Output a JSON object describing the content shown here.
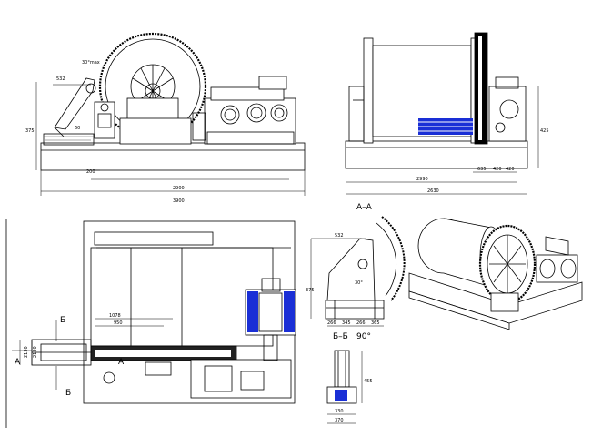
{
  "colors": {
    "line": "#000000",
    "accent": "#1a2fd6",
    "paper": "#ffffff",
    "hatch": "#555555"
  },
  "front_view": {
    "dims": {
      "total_width": "3900",
      "inner_width": "2900",
      "offset_left": "200",
      "height_left": "375",
      "arm_top": "532",
      "angle": "30°max",
      "rad": "60"
    }
  },
  "side_view": {
    "dims": {
      "d1": "2990",
      "d2": "2630",
      "d3": "635",
      "d4": "420",
      "d5": "420",
      "height": "425"
    }
  },
  "plan_view": {
    "section_marks": {
      "b_top": "Б",
      "b_bottom": "Б",
      "a_left": "А",
      "a_center": "А"
    },
    "dims": {
      "d1": "1078",
      "d2": "950",
      "d3": "2130",
      "d4": "2130"
    }
  },
  "section_aa": {
    "title": "А–А",
    "dims": {
      "top": "532",
      "height": "375",
      "angle": "30°",
      "b1": "266",
      "b2": "345",
      "b3": "266",
      "b4": "365"
    }
  },
  "section_bb": {
    "title": "Б–Б",
    "rotation": "90°",
    "dims": {
      "b1": "330",
      "b2": "370",
      "h": "455"
    }
  }
}
